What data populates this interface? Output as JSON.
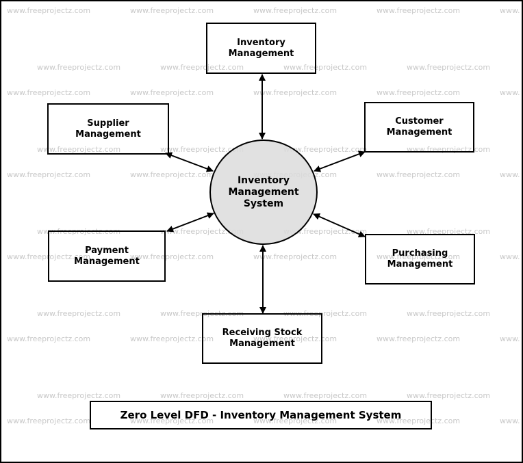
{
  "watermark": "www.freeprojectz.com",
  "center": {
    "label": "Inventory\nManagement\nSystem",
    "fill": "#dcdcdc"
  },
  "entities": {
    "inventory": "Inventory\nManagement",
    "supplier": "Supplier\nManagement",
    "customer": "Customer\nManagement",
    "payment": "Payment\nManagement",
    "purchasing": "Purchasing\nManagement",
    "receiving": "Receiving Stock\nManagement"
  },
  "caption": "Zero Level DFD - Inventory Management System"
}
